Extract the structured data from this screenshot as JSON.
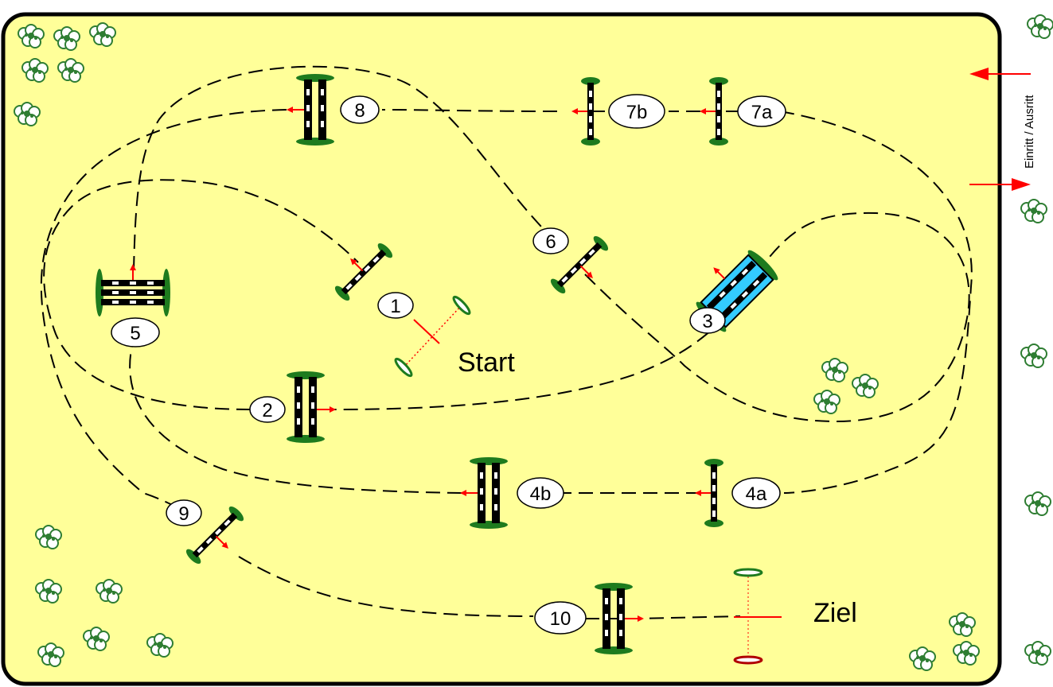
{
  "course": {
    "start_label": "Start",
    "finish_label": "Ziel",
    "entrance_label": "Einritt / Ausritt",
    "obstacles": [
      {
        "id": "o1",
        "number": "1",
        "type": "vertical"
      },
      {
        "id": "o2",
        "number": "2",
        "type": "oxer"
      },
      {
        "id": "o3",
        "number": "3",
        "type": "water-oxer"
      },
      {
        "id": "o4a",
        "number": "4a",
        "type": "vertical"
      },
      {
        "id": "o4b",
        "number": "4b",
        "type": "oxer"
      },
      {
        "id": "o5",
        "number": "5",
        "type": "triple-bar"
      },
      {
        "id": "o6",
        "number": "6",
        "type": "vertical"
      },
      {
        "id": "o7a",
        "number": "7a",
        "type": "vertical"
      },
      {
        "id": "o7b",
        "number": "7b",
        "type": "vertical"
      },
      {
        "id": "o8",
        "number": "8",
        "type": "oxer"
      },
      {
        "id": "o9",
        "number": "9",
        "type": "vertical"
      },
      {
        "id": "o10",
        "number": "10",
        "type": "oxer"
      }
    ]
  },
  "colors": {
    "arena": "#FFFF99",
    "border": "#000000",
    "hedge": "#228B22",
    "arrow": "#FF0000",
    "water": "#33CCFF",
    "bush": "#2E7D32"
  },
  "icons": {
    "decoration": "bush-icon",
    "jump": "jump-icon"
  }
}
